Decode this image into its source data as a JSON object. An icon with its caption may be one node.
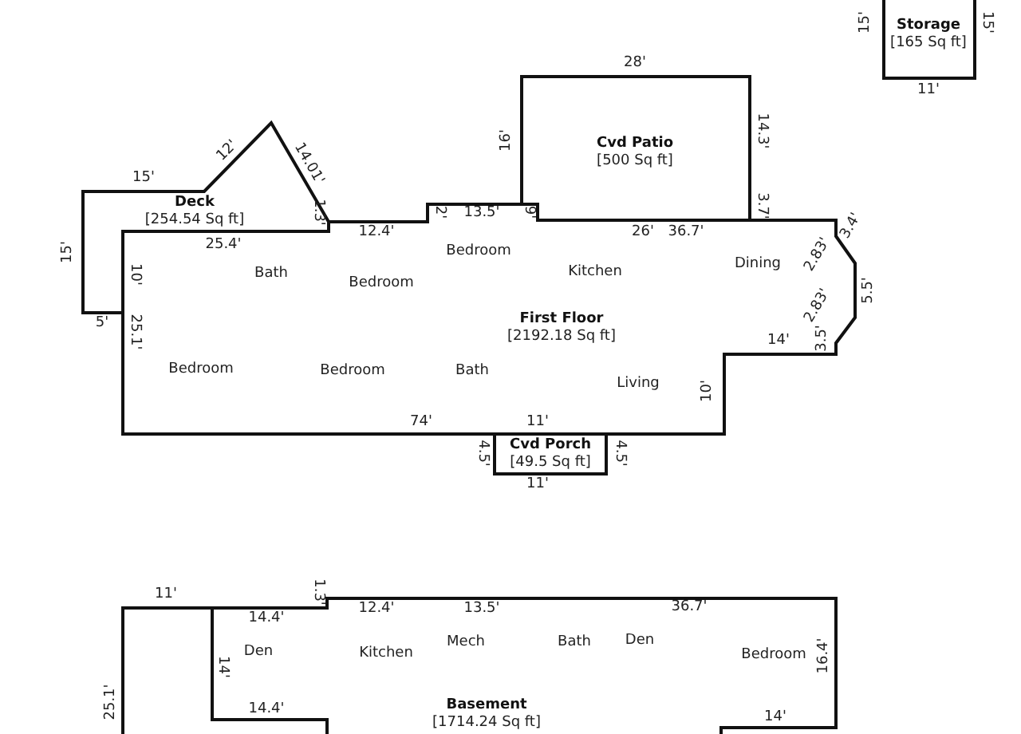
{
  "diagram": {
    "nodes": [
      {
        "text": [
          "Storage",
          "[165 Sq ft]"
        ]
      },
      {
        "text": [
          "Cvd Patio",
          "[500 Sq ft]"
        ]
      },
      {
        "text": [
          "Deck",
          "[254.54 Sq ft]"
        ]
      },
      {
        "text": [
          "First Floor",
          "[2192.18 Sq ft]"
        ]
      },
      {
        "text": [
          "Cvd Porch",
          "[49.5 Sq ft]"
        ]
      },
      {
        "text": [
          "Basement",
          "[1714.24 Sq ft]"
        ]
      }
    ],
    "labels": [
      "15'",
      "15'",
      "11'",
      "28'",
      "16'",
      "14.3'",
      "15'",
      "12'",
      "14.01'",
      "15'",
      "1.3'",
      "12.4'",
      "2'",
      "13.5'",
      "9'",
      "3.7'",
      "26'",
      "36.7'",
      "25.4'",
      "3.4'",
      "Bath",
      "Bedroom",
      "Bedroom",
      "Kitchen",
      "Dining",
      "10'",
      "2.83'",
      "5.5'",
      "2.83'",
      "5'",
      "25.1'",
      "3.5'",
      "14'",
      "Bedroom",
      "Bedroom",
      "Bath",
      "Living",
      "10'",
      "74'",
      "11'",
      "4.5'",
      "4.5'",
      "11'",
      "11'",
      "1.3'",
      "12.4'",
      "13.5'",
      "36.7'",
      "14.4'",
      "Den",
      "Kitchen",
      "Mech",
      "Bath",
      "Den",
      "Bedroom",
      "16.4'",
      "14'",
      "14.4'",
      "14'",
      "25.1'"
    ]
  }
}
